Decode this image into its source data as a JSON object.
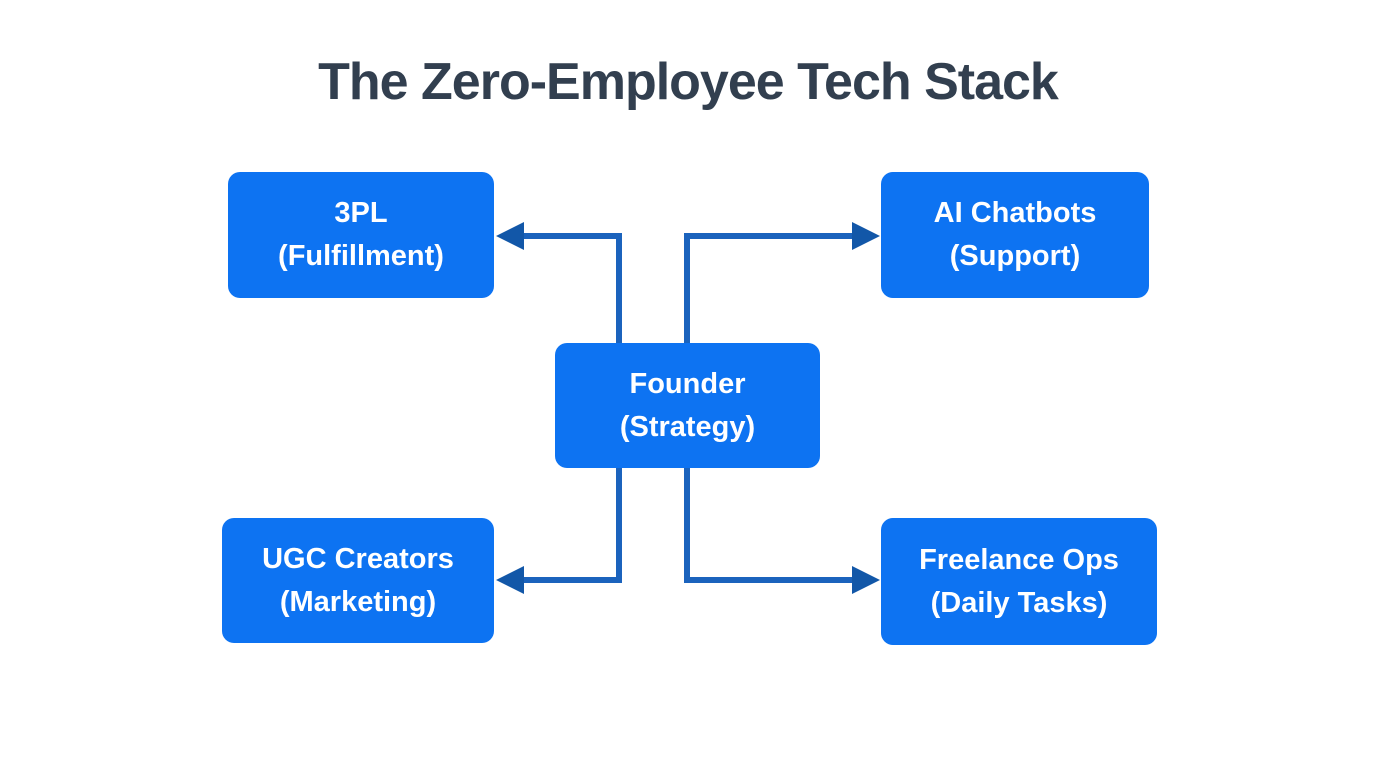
{
  "title": "The Zero-Employee Tech Stack",
  "colors": {
    "background": "#ffffff",
    "box_fill": "#0d73f2",
    "box_text": "#ffffff",
    "connector": "#1b63bd",
    "arrowhead": "#1257a8",
    "title_color": "#323f4f"
  },
  "diagram": {
    "center_node": {
      "id": "founder",
      "line1": "Founder",
      "line2": "(Strategy)"
    },
    "nodes": [
      {
        "id": "3pl",
        "line1": "3PL",
        "line2": "(Fulfillment)",
        "position": "top-left"
      },
      {
        "id": "ai-chatbots",
        "line1": "AI Chatbots",
        "line2": "(Support)",
        "position": "top-right"
      },
      {
        "id": "ugc-creators",
        "line1": "UGC Creators",
        "line2": "(Marketing)",
        "position": "bottom-left"
      },
      {
        "id": "freelance-ops",
        "line1": "Freelance Ops",
        "line2": "(Daily Tasks)",
        "position": "bottom-right"
      }
    ],
    "edges": [
      {
        "from": "founder",
        "to": "3pl",
        "direction": "up-left"
      },
      {
        "from": "founder",
        "to": "ai-chatbots",
        "direction": "up-right"
      },
      {
        "from": "founder",
        "to": "ugc-creators",
        "direction": "down-left"
      },
      {
        "from": "founder",
        "to": "freelance-ops",
        "direction": "down-right"
      }
    ]
  }
}
